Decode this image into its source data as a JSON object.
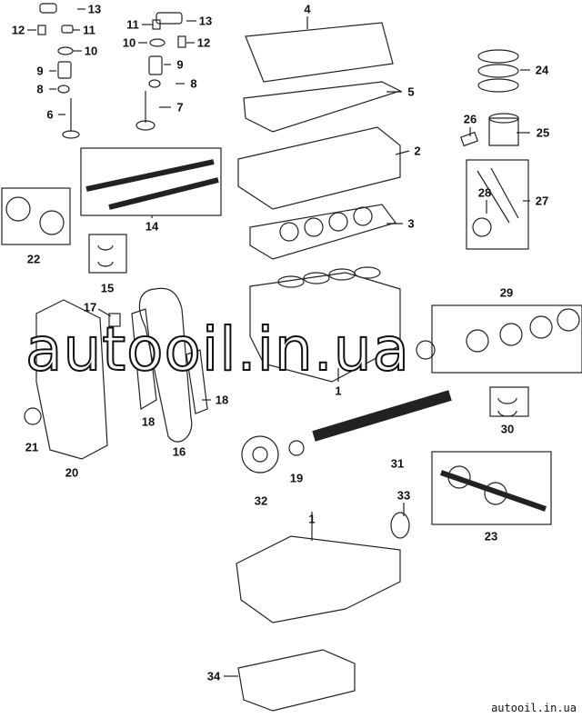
{
  "callouts": {
    "c13a": "13",
    "c12a": "12",
    "c11a": "11",
    "c10a": "10",
    "c9a": "9",
    "c8a": "8",
    "c6": "6",
    "c11b": "11",
    "c13b": "13",
    "c10b": "10",
    "c12b": "12",
    "c9b": "9",
    "c8b": "8",
    "c7": "7",
    "c4": "4",
    "c5": "5",
    "c2": "2",
    "c3": "3",
    "c24": "24",
    "c26": "26",
    "c25": "25",
    "c28": "28",
    "c27": "27",
    "c14": "14",
    "c22": "22",
    "c15": "15",
    "c29": "29",
    "c17": "17",
    "c18a": "18",
    "c18b": "18",
    "c1a": "1",
    "c30": "30",
    "c21": "21",
    "c20": "20",
    "c16": "16",
    "c19": "19",
    "c32": "32",
    "c31": "31",
    "c33": "33",
    "c23": "23",
    "c1b": "1",
    "c34": "34"
  },
  "watermark": "autooil.in.ua",
  "footer_watermark": "autooil.in.ua"
}
